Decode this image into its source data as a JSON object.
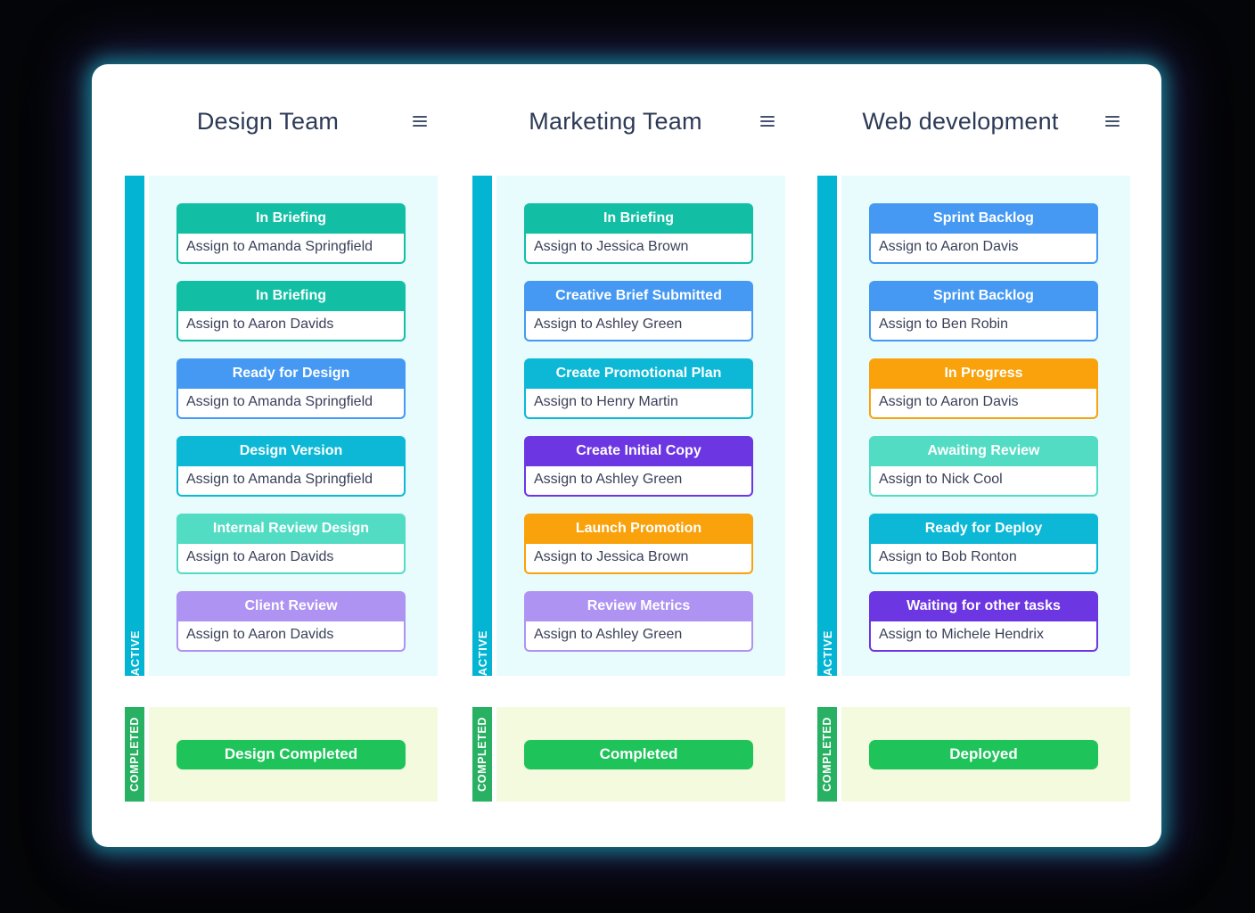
{
  "colors": {
    "page_background": "#050609",
    "panel_background": "#ffffff",
    "glow_teal": "#188ea0",
    "glow_purple": "#423891",
    "active_bar": "#04b5d3",
    "completed_bar": "#28b163",
    "completed_button": "#1ec45a",
    "active_panel_background": "#e8fbfd",
    "completed_panel_background": "#f4fade",
    "title_text": "#2d3a56",
    "assignee_text": "#3a4159",
    "status_teal": "#12bfa4",
    "status_blue": "#4599f3",
    "status_cyan": "#0cb8d6",
    "status_mint": "#53dcc4",
    "status_lavender": "#ae93f3",
    "status_purple": "#6d36e3",
    "status_orange": "#f9a20b"
  },
  "icons": {
    "column_menu": "hamburger-icon"
  },
  "columns": [
    {
      "title": "Design Team",
      "active_label": "ACTIVE",
      "completed_label": "COMPLETED",
      "completed_button": "Design Completed",
      "cards": [
        {
          "status": "In Briefing",
          "assignee": "Assign to Amanda Springfield",
          "color": "#12bfa4"
        },
        {
          "status": "In Briefing",
          "assignee": "Assign to Aaron Davids",
          "color": "#12bfa4"
        },
        {
          "status": "Ready for Design",
          "assignee": "Assign to Amanda Springfield",
          "color": "#4599f3"
        },
        {
          "status": "Design Version",
          "assignee": "Assign to Amanda Springfield",
          "color": "#0cb8d6"
        },
        {
          "status": "Internal Review Design",
          "assignee": "Assign to Aaron Davids",
          "color": "#53dcc4"
        },
        {
          "status": "Client Review",
          "assignee": "Assign to Aaron Davids",
          "color": "#ae93f3"
        }
      ]
    },
    {
      "title": "Marketing Team",
      "active_label": "ACTIVE",
      "completed_label": "COMPLETED",
      "completed_button": "Completed",
      "cards": [
        {
          "status": "In Briefing",
          "assignee": "Assign to Jessica Brown",
          "color": "#12bfa4"
        },
        {
          "status": "Creative Brief Submitted",
          "assignee": "Assign to Ashley Green",
          "color": "#4599f3"
        },
        {
          "status": "Create Promotional Plan",
          "assignee": "Assign to Henry Martin",
          "color": "#0cb8d6"
        },
        {
          "status": "Create Initial Copy",
          "assignee": "Assign to Ashley Green",
          "color": "#6d36e3"
        },
        {
          "status": "Launch Promotion",
          "assignee": "Assign to Jessica Brown",
          "color": "#f9a20b"
        },
        {
          "status": "Review Metrics",
          "assignee": "Assign to Ashley Green",
          "color": "#ae93f3"
        }
      ]
    },
    {
      "title": "Web development",
      "active_label": "ACTIVE",
      "completed_label": "COMPLETED",
      "completed_button": "Deployed",
      "cards": [
        {
          "status": "Sprint Backlog",
          "assignee": "Assign to Aaron Davis",
          "color": "#4599f3"
        },
        {
          "status": "Sprint Backlog",
          "assignee": "Assign to Ben Robin",
          "color": "#4599f3"
        },
        {
          "status": "In Progress",
          "assignee": "Assign to Aaron Davis",
          "color": "#f9a20b"
        },
        {
          "status": "Awaiting Review",
          "assignee": "Assign to Nick Cool",
          "color": "#53dcc4"
        },
        {
          "status": "Ready for Deploy",
          "assignee": "Assign to Bob Ronton",
          "color": "#0cb8d6"
        },
        {
          "status": "Waiting for other tasks",
          "assignee": "Assign to Michele Hendrix",
          "color": "#6d36e3"
        }
      ]
    }
  ]
}
